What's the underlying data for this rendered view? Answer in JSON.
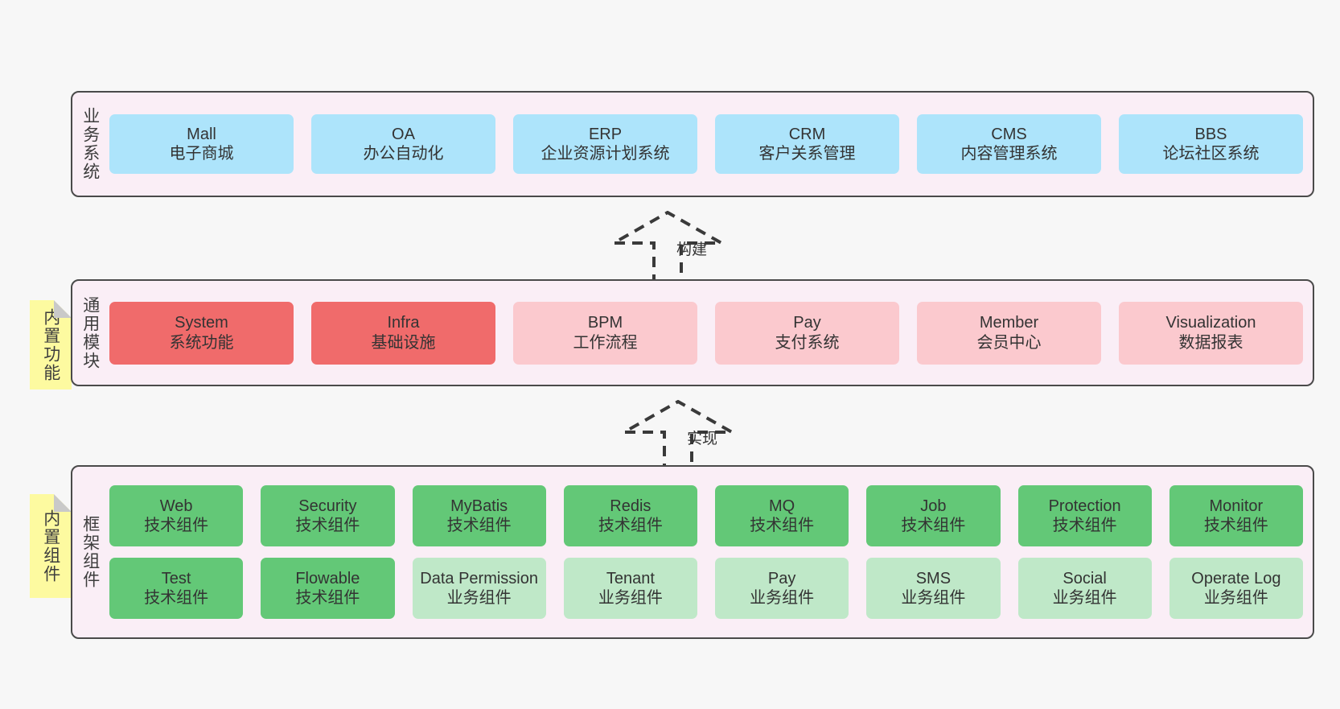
{
  "diagram": {
    "layers": [
      {
        "id": "business",
        "title": "业务系统",
        "rows": [
          {
            "cells": [
              {
                "en": "Mall",
                "cn": "电子商城",
                "color": "#ade4fb"
              },
              {
                "en": "OA",
                "cn": "办公自动化",
                "color": "#ade4fb"
              },
              {
                "en": "ERP",
                "cn": "企业资源计划系统",
                "color": "#ade4fb"
              },
              {
                "en": "CRM",
                "cn": "客户关系管理",
                "color": "#ade4fb"
              },
              {
                "en": "CMS",
                "cn": "内容管理系统",
                "color": "#ade4fb"
              },
              {
                "en": "BBS",
                "cn": "论坛社区系统",
                "color": "#ade4fb"
              }
            ]
          }
        ]
      },
      {
        "id": "common",
        "title": "通用模块",
        "note": "内置功能",
        "rows": [
          {
            "cells": [
              {
                "en": "System",
                "cn": "系统功能",
                "color": "#f06b6b"
              },
              {
                "en": "Infra",
                "cn": "基础设施",
                "color": "#f06b6b"
              },
              {
                "en": "BPM",
                "cn": "工作流程",
                "color": "#fbc9ce"
              },
              {
                "en": "Pay",
                "cn": "支付系统",
                "color": "#fbc9ce"
              },
              {
                "en": "Member",
                "cn": "会员中心",
                "color": "#fbc9ce"
              },
              {
                "en": "Visualization",
                "cn": "数据报表",
                "color": "#fbc9ce"
              }
            ]
          }
        ]
      },
      {
        "id": "frame",
        "title": "框架组件",
        "note": "内置组件",
        "rows": [
          {
            "cells": [
              {
                "en": "Web",
                "cn": "技术组件",
                "color": "#63c877"
              },
              {
                "en": "Security",
                "cn": "技术组件",
                "color": "#63c877"
              },
              {
                "en": "MyBatis",
                "cn": "技术组件",
                "color": "#63c877"
              },
              {
                "en": "Redis",
                "cn": "技术组件",
                "color": "#63c877"
              },
              {
                "en": "MQ",
                "cn": "技术组件",
                "color": "#63c877"
              },
              {
                "en": "Job",
                "cn": "技术组件",
                "color": "#63c877"
              },
              {
                "en": "Protection",
                "cn": "技术组件",
                "color": "#63c877"
              },
              {
                "en": "Monitor",
                "cn": "技术组件",
                "color": "#63c877"
              }
            ]
          },
          {
            "cells": [
              {
                "en": "Test",
                "cn": "技术组件",
                "color": "#63c877"
              },
              {
                "en": "Flowable",
                "cn": "技术组件",
                "color": "#63c877"
              },
              {
                "en": "Data Permission",
                "cn": "业务组件",
                "color": "#bfe8c8"
              },
              {
                "en": "Tenant",
                "cn": "业务组件",
                "color": "#bfe8c8"
              },
              {
                "en": "Pay",
                "cn": "业务组件",
                "color": "#bfe8c8"
              },
              {
                "en": "SMS",
                "cn": "业务组件",
                "color": "#bfe8c8"
              },
              {
                "en": "Social",
                "cn": "业务组件",
                "color": "#bfe8c8"
              },
              {
                "en": "Operate Log",
                "cn": "业务组件",
                "color": "#bfe8c8"
              }
            ]
          }
        ]
      }
    ],
    "arrows": [
      {
        "id": "build",
        "label": "构建"
      },
      {
        "id": "implement",
        "label": "实现"
      }
    ],
    "colors": {
      "band_background": "#faeef6",
      "band_border": "#4a4a4a",
      "note_background": "#fdfaa0",
      "page_background": "#f7f7f7",
      "business_box": "#ade4fb",
      "common_core_box": "#f06b6b",
      "common_box": "#fbc9ce",
      "tech_component_box": "#63c877",
      "business_component_box": "#bfe8c8"
    }
  }
}
